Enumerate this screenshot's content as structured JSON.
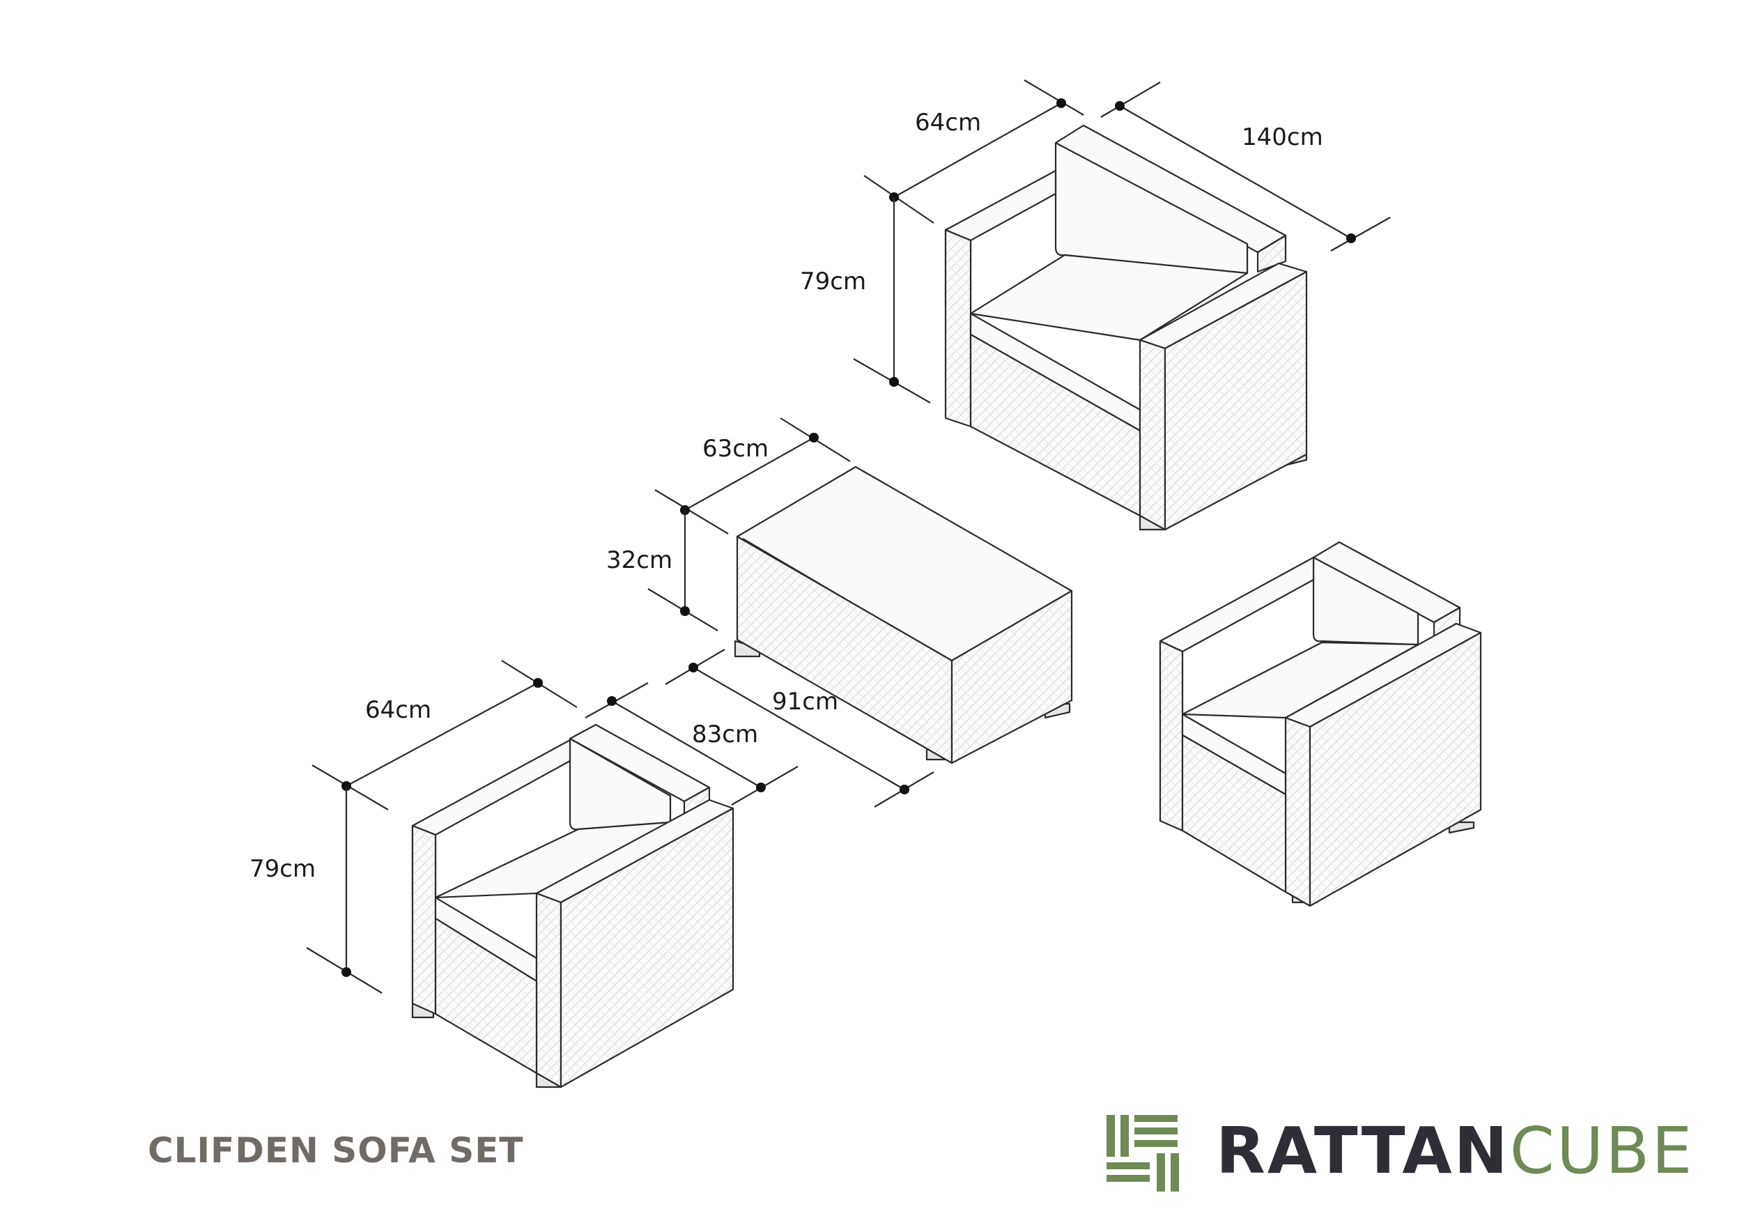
{
  "title": "CLIFDEN SOFA SET",
  "brand": {
    "part1": "RATTAN",
    "part2": "CUBE"
  },
  "colors": {
    "title": "#716b65",
    "brand_dark": "#2f2e36",
    "brand_green": "#6f8a56",
    "line": "#2a2a2a",
    "wicker_fill": "#fafafa"
  },
  "items": [
    {
      "name": "sofa",
      "dimensions": {
        "depth": "64cm",
        "width": "140cm",
        "height": "79cm"
      }
    },
    {
      "name": "coffee-table",
      "dimensions": {
        "depth": "63cm",
        "height": "32cm",
        "width": "91cm"
      }
    },
    {
      "name": "armchair-left",
      "dimensions": {
        "depth": "64cm",
        "width": "83cm",
        "height": "79cm"
      }
    },
    {
      "name": "armchair-right",
      "dimensions": {}
    }
  ]
}
